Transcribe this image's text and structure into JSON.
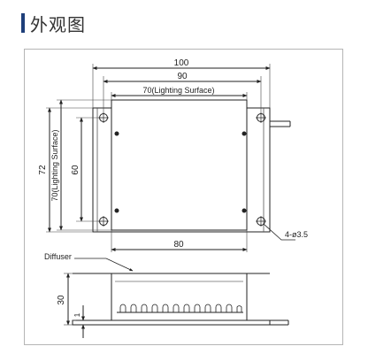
{
  "header": {
    "title": "外观图"
  },
  "drawing": {
    "dims": {
      "w100": "100",
      "w90": "90",
      "w70": "70(Lighting Surface)",
      "h72": "72",
      "h70": "70(Lighting Surface)",
      "h60": "60",
      "w80": "80",
      "hole": "4-ø3.5",
      "h30": "30",
      "h1": "1"
    },
    "labels": {
      "diffuser": "Diffuser"
    }
  }
}
